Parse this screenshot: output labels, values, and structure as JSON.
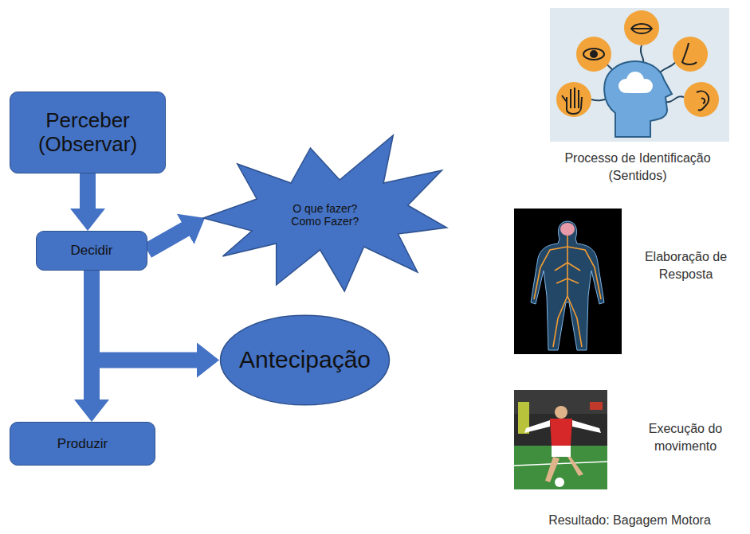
{
  "diagram": {
    "nodes": [
      {
        "text": [
          "Perceber (Observar)"
        ]
      },
      {
        "text": [
          "Decidir"
        ]
      },
      {
        "text": [
          "O que fazer? Como Fazer?"
        ]
      },
      {
        "text": [
          "Antecipação"
        ]
      },
      {
        "text": [
          "Produzir"
        ]
      }
    ],
    "edges": [
      {
        "from": 0,
        "to": 1,
        "arrow": "to"
      },
      {
        "from": 1,
        "to": 2,
        "arrow": "to"
      },
      {
        "from": 1,
        "to": 4,
        "arrow": "to"
      },
      {
        "from": 1,
        "to": 3,
        "arrow": "to"
      }
    ],
    "labels": [
      "Processo de Identificação (Sentidos)",
      "Elaboração de Resposta",
      "Execução do movimento",
      "Resultado: Bagagem Motora"
    ]
  }
}
